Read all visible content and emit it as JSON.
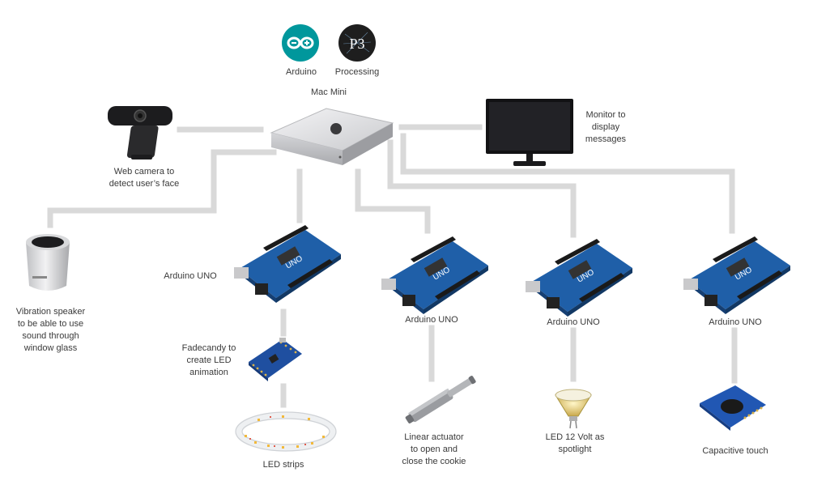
{
  "software": {
    "arduino_label": "Arduino",
    "processing_label": "Processing",
    "processing_logo_text": "P3"
  },
  "hub": {
    "label": "Mac Mini"
  },
  "webcam": {
    "label": "Web camera to\ndetect user’s face"
  },
  "monitor": {
    "label": "Monitor to\ndisplay\nmessages"
  },
  "speaker": {
    "label": "Vibration speaker\nto be able to use\nsound through\nwindow glass"
  },
  "boards": [
    {
      "label": "Arduino UNO"
    },
    {
      "label": "Arduino UNO"
    },
    {
      "label": "Arduino UNO"
    },
    {
      "label": "Arduino UNO"
    }
  ],
  "fadecandy": {
    "label": "Fadecandy to\ncreate LED\nanimation"
  },
  "outputs": {
    "led_strips": "LED strips",
    "actuator": "Linear actuator\nto open and\nclose the cookie",
    "spotlight": "LED 12 Volt as\nspotlight",
    "touch": "Capacitive touch"
  },
  "colors": {
    "wire": "#d9d9d9",
    "arduino_teal": "#00979c",
    "board_blue": "#1f5fa8"
  }
}
